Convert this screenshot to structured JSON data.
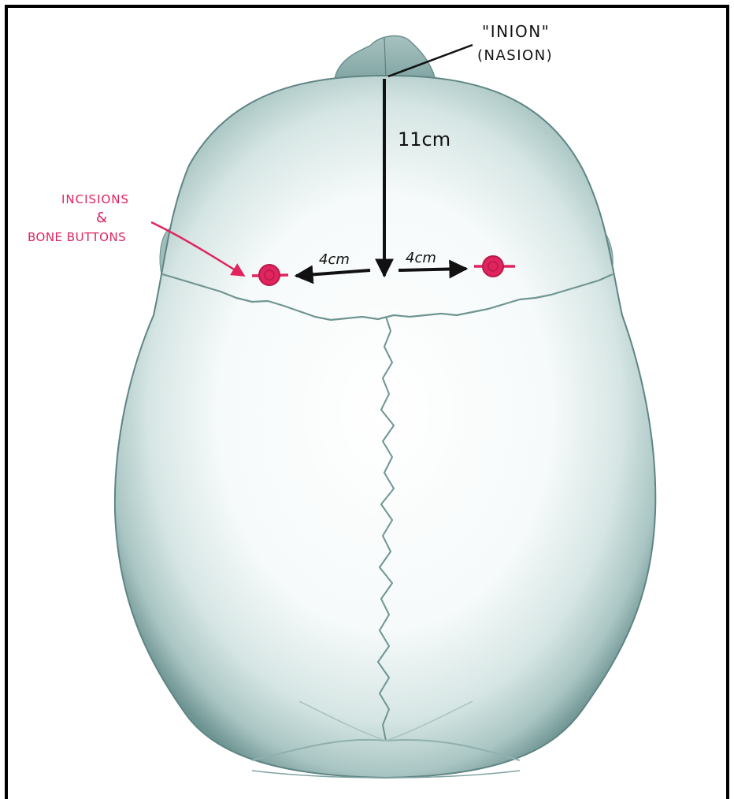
{
  "labels": {
    "inion": "\"INION\"",
    "nasion": "(NASION)",
    "distance_vertical": "11cm",
    "distance_left": "4cm",
    "distance_right": "4cm",
    "incisions_line1": "INCISIONS",
    "incisions_line2": "&",
    "incisions_line3": "BONE BUTTONS"
  },
  "colors": {
    "annotation_red": "#e0245e",
    "arrow_black": "#111111",
    "skull_edge": "#5f8584",
    "skull_mid": "#b9d1cf"
  }
}
